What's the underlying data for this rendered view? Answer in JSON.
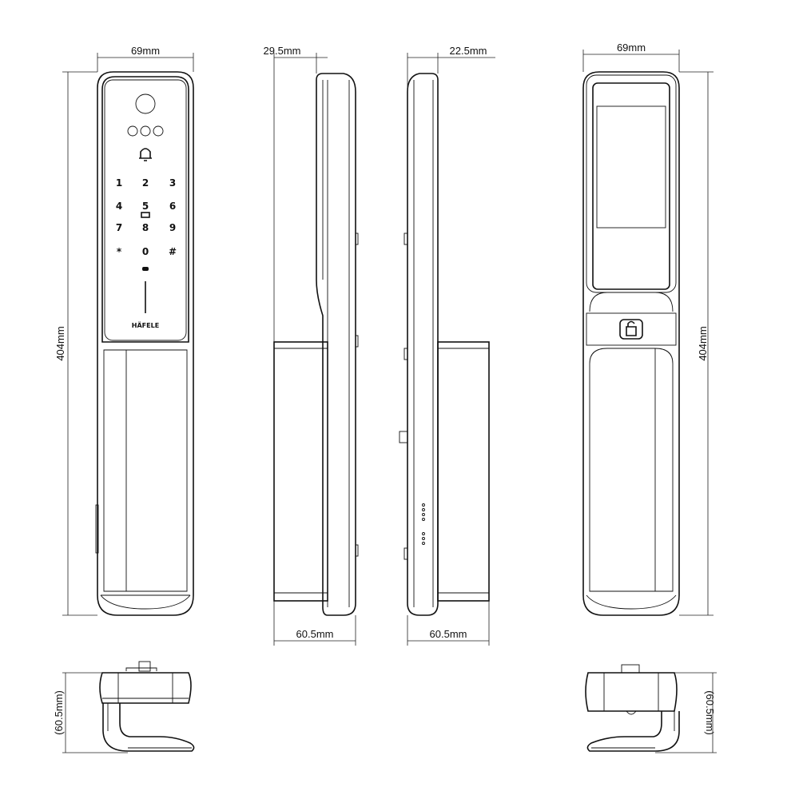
{
  "dimensions": {
    "front_width": "69mm",
    "front_height": "404mm",
    "side_left_top": "29.5mm",
    "side_right_top": "22.5mm",
    "side_left_bottom": "60.5mm",
    "side_right_bottom": "60.5mm",
    "back_width": "69mm",
    "back_height": "404mm",
    "bottom_left_height": "(60.5mm)",
    "bottom_right_height": "(60.5mm)"
  },
  "keypad": {
    "keys": [
      "1",
      "2",
      "3",
      "4",
      "5",
      "6",
      "7",
      "8",
      "9",
      "*",
      "0",
      "#"
    ]
  },
  "brand": "HÄFELE"
}
